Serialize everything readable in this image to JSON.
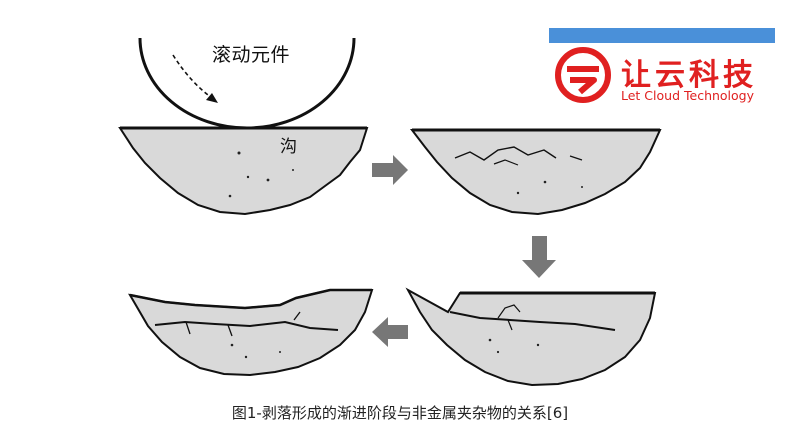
{
  "labels": {
    "rolling_element": "滚动元件",
    "groove": "沟"
  },
  "caption": "图1-剥落形成的渐进阶段与非金属夹杂物的关系[6]",
  "logo": {
    "chinese": "让云科技",
    "english": "Let Cloud Technology",
    "icon": "letcloud-logo-mark",
    "bar_color": "#4a90d9",
    "text_color": "#e02020"
  },
  "colors": {
    "material_fill": "#d9d9d9",
    "outline": "#111111",
    "arrow": "#777777"
  },
  "stages": [
    "surface-inclusions",
    "subsurface-cracks",
    "crack-propagation",
    "spalling-pit"
  ]
}
